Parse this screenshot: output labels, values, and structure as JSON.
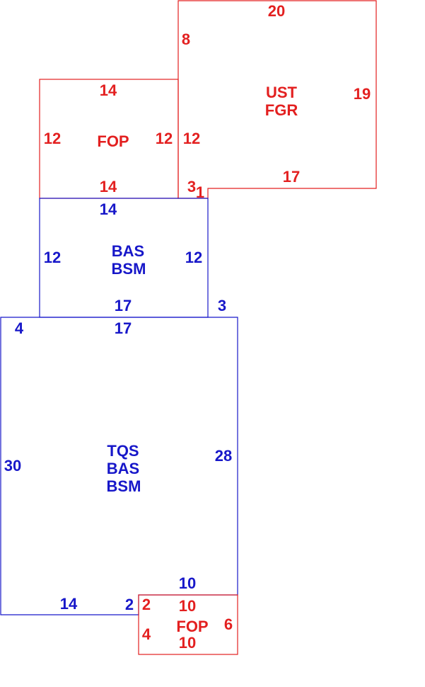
{
  "colors": {
    "red": "#e32020",
    "blue": "#1717c9"
  },
  "areas": {
    "ust_fgr": {
      "line1": "UST",
      "line2": "FGR",
      "color": "#e32020"
    },
    "fop_top": {
      "line1": "FOP",
      "color": "#e32020"
    },
    "bas_bsm": {
      "line1": "BAS",
      "line2": "BSM",
      "color": "#1717c9"
    },
    "tqs_bas_bsm": {
      "line1": "TQS",
      "line2": "BAS",
      "line3": "BSM",
      "color": "#1717c9"
    },
    "fop_bottom": {
      "line1": "FOP",
      "color": "#e32020"
    }
  },
  "dimensions": {
    "ust_fgr": {
      "top": "20",
      "left": "8",
      "right": "19",
      "bottom": "17",
      "left_lower": "12",
      "notch_width": "3",
      "notch_height": "1"
    },
    "fop_top": {
      "top": "14",
      "left": "12",
      "right": "12",
      "bottom": "14"
    },
    "bas_bsm": {
      "top": "14",
      "left": "12",
      "right": "12",
      "bottom": "17",
      "step": "3"
    },
    "tqs_bas_bsm": {
      "top": "17",
      "left": "30",
      "right": "28",
      "bottom": "14",
      "step_top": "4",
      "bottom_right": "10",
      "notch": "2"
    },
    "fop_bottom": {
      "top": "10",
      "bottom": "10",
      "left": "4",
      "right": "6",
      "notch": "2"
    }
  }
}
